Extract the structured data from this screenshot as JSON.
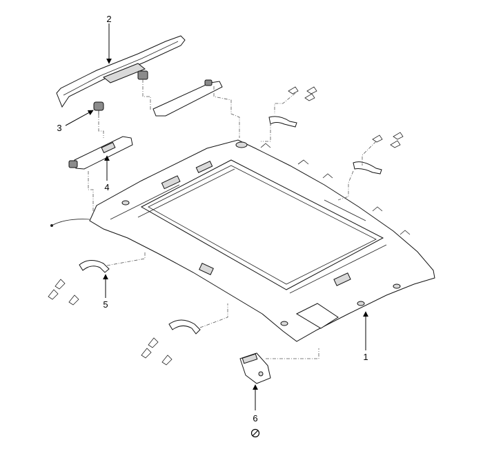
{
  "callouts": [
    {
      "id": "1",
      "label": "1"
    },
    {
      "id": "2",
      "label": "2"
    },
    {
      "id": "3",
      "label": "3"
    },
    {
      "id": "4",
      "label": "4"
    },
    {
      "id": "5",
      "label": "5"
    },
    {
      "id": "6",
      "label": "6"
    }
  ],
  "symbols": {
    "no_reuse": "prohibited-circle-icon"
  }
}
